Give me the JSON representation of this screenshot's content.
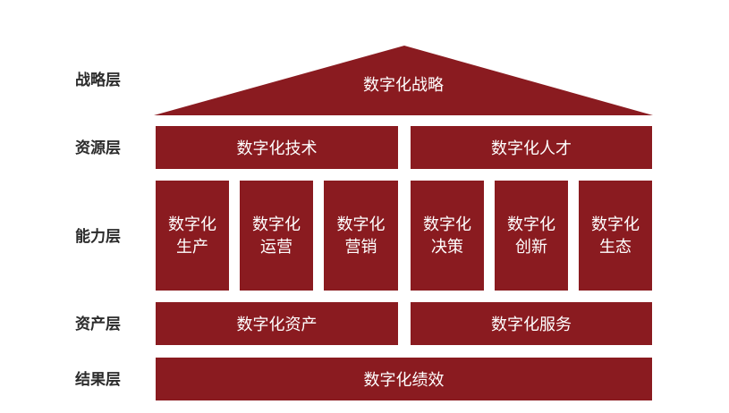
{
  "labels": {
    "strategy": "战略层",
    "resource": "资源层",
    "capability": "能力层",
    "asset": "资产层",
    "result": "结果层"
  },
  "strategy": {
    "title": "数字化战略"
  },
  "resource": {
    "left": "数字化技术",
    "right": "数字化人才"
  },
  "capability": {
    "items": [
      {
        "line1": "数字化",
        "line2": "生产"
      },
      {
        "line1": "数字化",
        "line2": "运营"
      },
      {
        "line1": "数字化",
        "line2": "营销"
      },
      {
        "line1": "数字化",
        "line2": "决策"
      },
      {
        "line1": "数字化",
        "line2": "创新"
      },
      {
        "line1": "数字化",
        "line2": "生态"
      }
    ]
  },
  "asset": {
    "left": "数字化资产",
    "right": "数字化服务"
  },
  "result": {
    "title": "数字化绩效"
  },
  "colors": {
    "block": "#8a1b20",
    "label": "#2b2b2b",
    "text": "#ffffff"
  }
}
